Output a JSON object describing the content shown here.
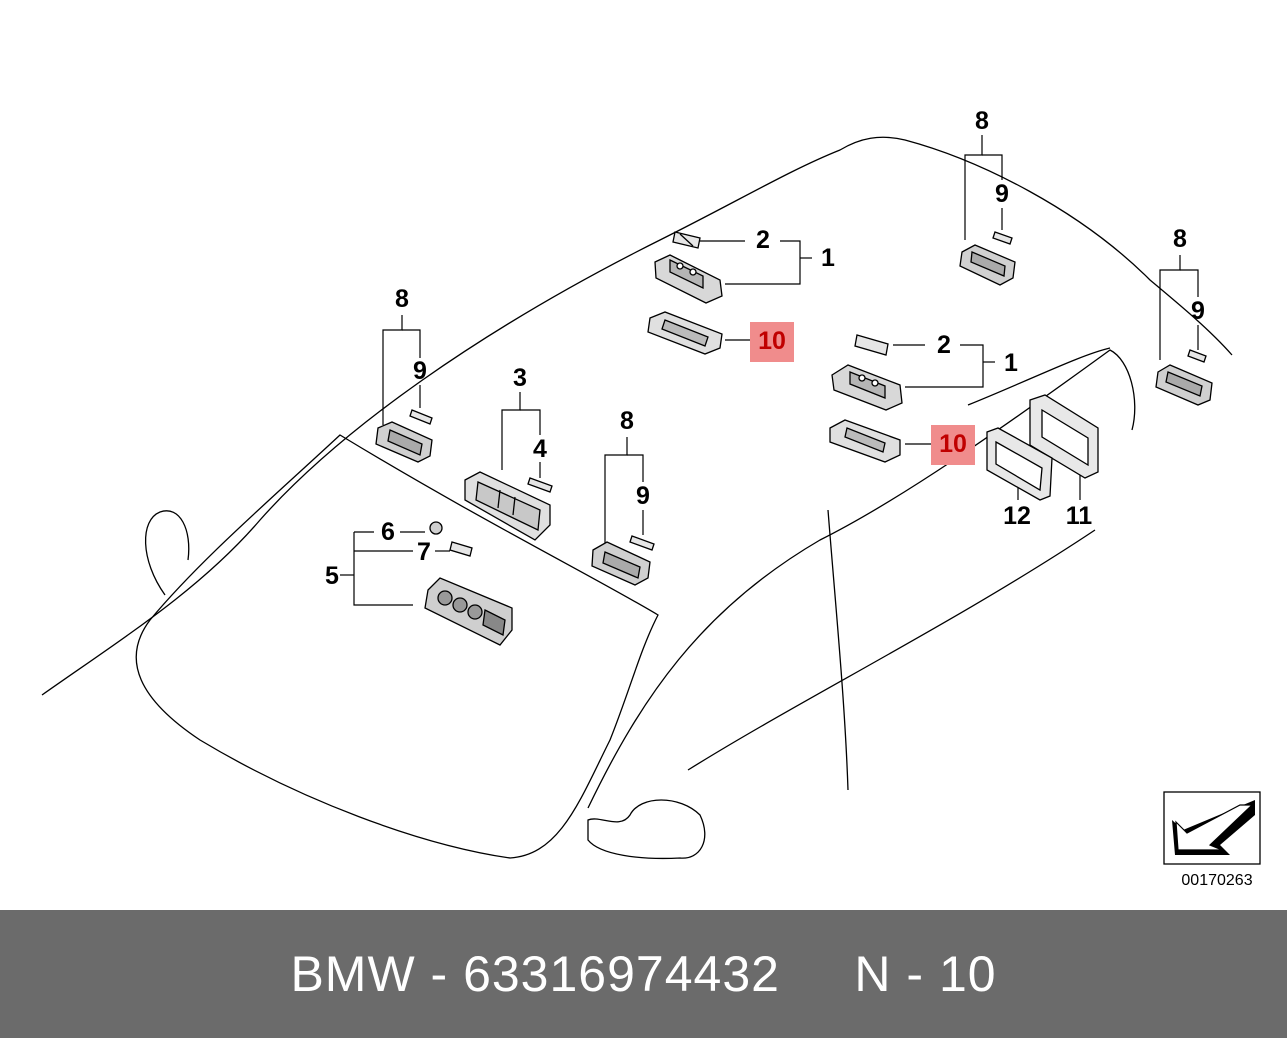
{
  "diagram": {
    "callouts": {
      "c1a": "1",
      "c1b": "1",
      "c2a": "2",
      "c2b": "2",
      "c3": "3",
      "c4": "4",
      "c5": "5",
      "c6": "6",
      "c7": "7",
      "c8a": "8",
      "c8b": "8",
      "c8c": "8",
      "c8d": "8",
      "c9a": "9",
      "c9b": "9",
      "c9c": "9",
      "c9d": "9",
      "c10a": "10",
      "c10b": "10",
      "c11": "11",
      "c12": "12"
    },
    "diagram_number": "00170263",
    "highlight_color": "#f08c8c"
  },
  "footer": {
    "text": "BMW - 63316974432     N - 10",
    "background": "#6b6b6b"
  }
}
